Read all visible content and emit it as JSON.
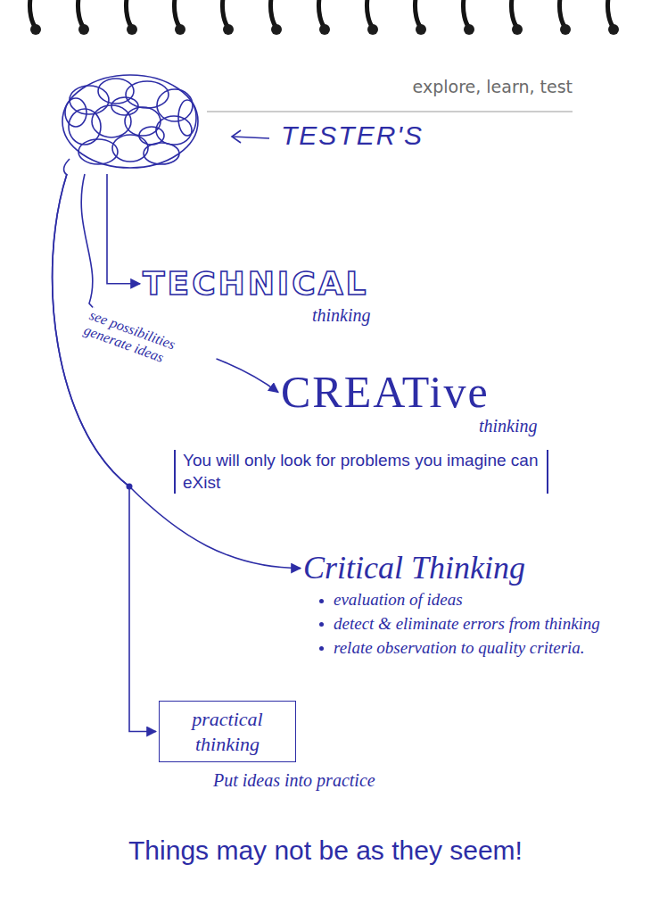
{
  "diagram": {
    "caption": "Things may not be as they seem!",
    "nodes": [
      {
        "text": [
          "TESTER'S"
        ]
      },
      {
        "text": [
          "TECHNICAL",
          "thinking"
        ]
      },
      {
        "text": [
          "CREATive",
          "thinking",
          "You will only look for problems you imagine can eXist"
        ]
      },
      {
        "text": [
          "Critical Thinking",
          "evaluation of ideas",
          "detect & eliminate errors from thinking",
          "relate observation to quality criteria."
        ]
      },
      {
        "text": [
          "practical thinking",
          "Put ideas into practice"
        ]
      }
    ],
    "edges": [
      {
        "from": 0,
        "to": 1,
        "arrow": "to"
      },
      {
        "from": 0,
        "to": 2,
        "label": "see possibilities generate ideas",
        "arrow": "to"
      },
      {
        "from": 0,
        "to": 3,
        "arrow": "to"
      },
      {
        "from": 0,
        "to": 4,
        "arrow": "to"
      }
    ],
    "labels": [
      "explore, learn, test"
    ]
  }
}
